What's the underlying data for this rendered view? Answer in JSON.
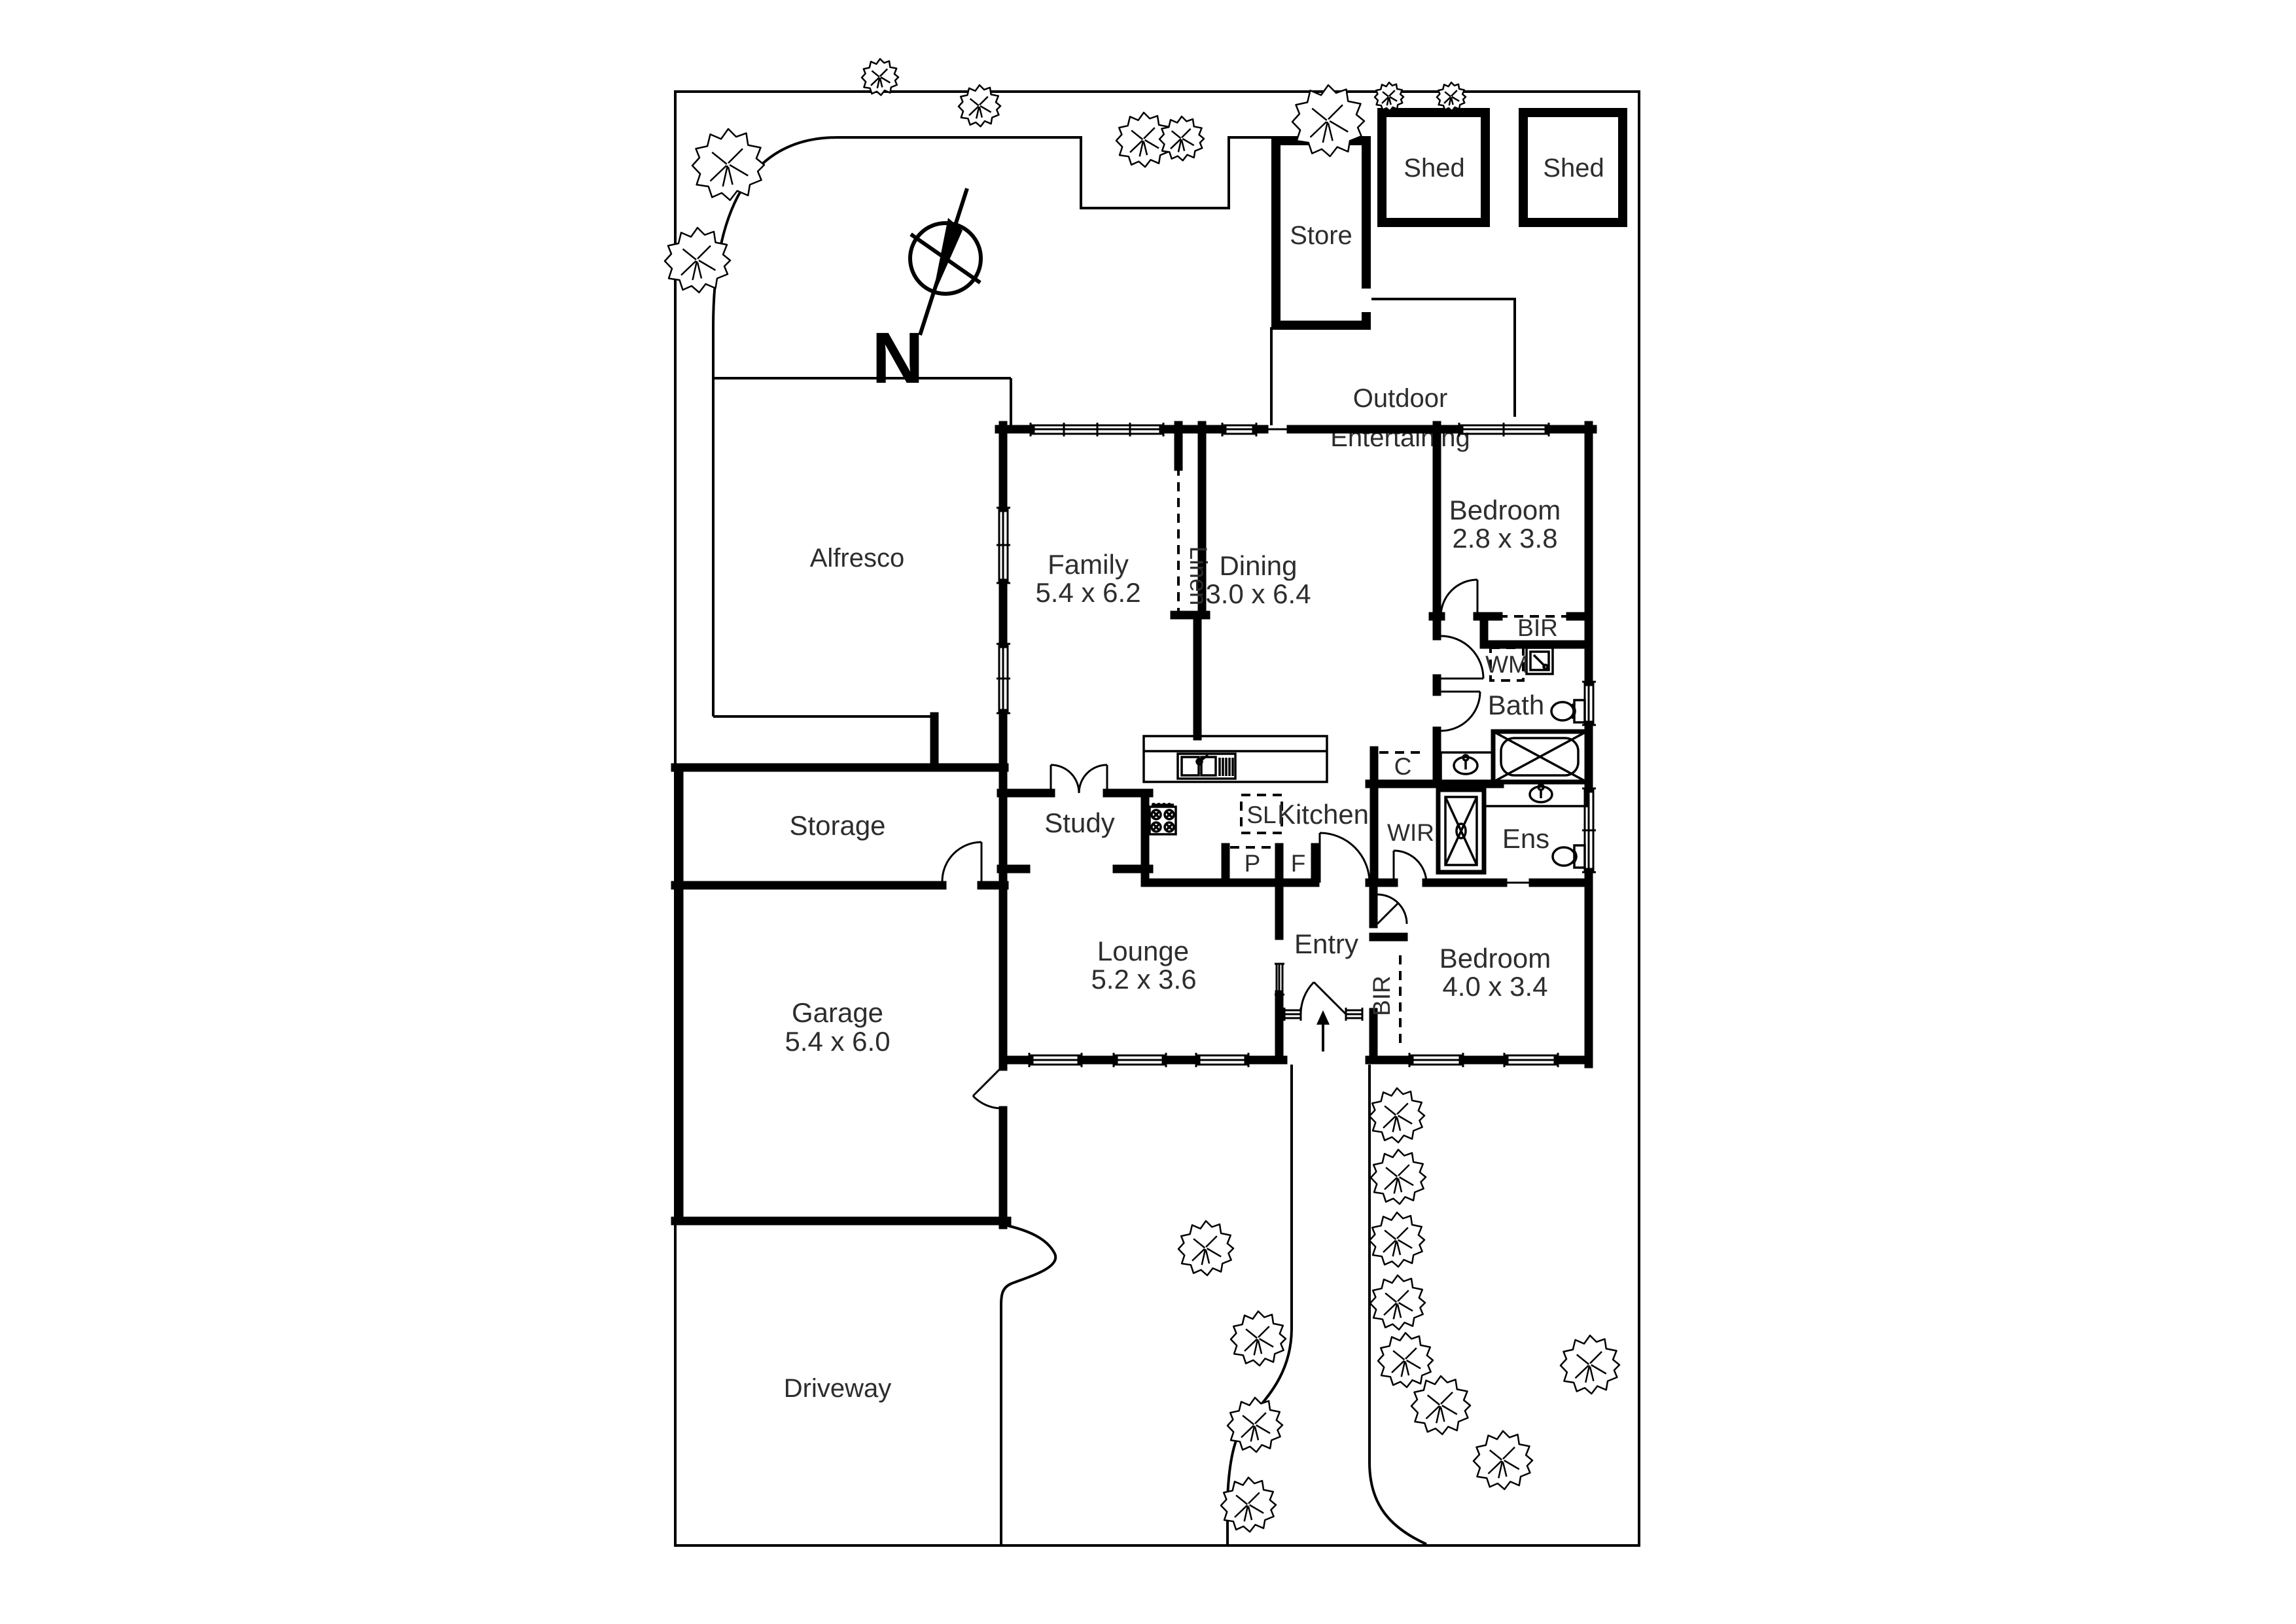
{
  "floorplan": {
    "labels": {
      "family_name": "Family",
      "family_dims": "5.4 x 6.2",
      "dining_name": "Dining",
      "dining_dims": "3.0 x 6.4",
      "bedroom1_name": "Bedroom",
      "bedroom1_dims": "2.8 x 3.8",
      "bedroom2_name": "Bedroom",
      "bedroom2_dims": "4.0 x 3.4",
      "lounge_name": "Lounge",
      "lounge_dims": "5.2 x 3.6",
      "garage_name": "Garage",
      "garage_dims": "5.4 x 6.0",
      "study": "Study",
      "kitchen": "Kitchen",
      "entry": "Entry",
      "bath": "Bath",
      "ens": "Ens",
      "wir": "WIR",
      "bir_bedroom1": "BIR",
      "bir_bedroom2": "BIR",
      "linen": "Linen",
      "wm": "WM",
      "sl": "SL",
      "pantry": "P",
      "fridge": "F",
      "cupboard": "C",
      "alfresco": "Alfresco",
      "storage": "Storage",
      "driveway": "Driveway",
      "outdoor_line1": "Outdoor",
      "outdoor_line2": "Entertaining",
      "store": "Store",
      "shed1": "Shed",
      "shed2": "Shed",
      "compass": "N"
    },
    "colors": {
      "ink": "#000000",
      "paper": "#ffffff",
      "text": "#2d2d2d"
    }
  }
}
